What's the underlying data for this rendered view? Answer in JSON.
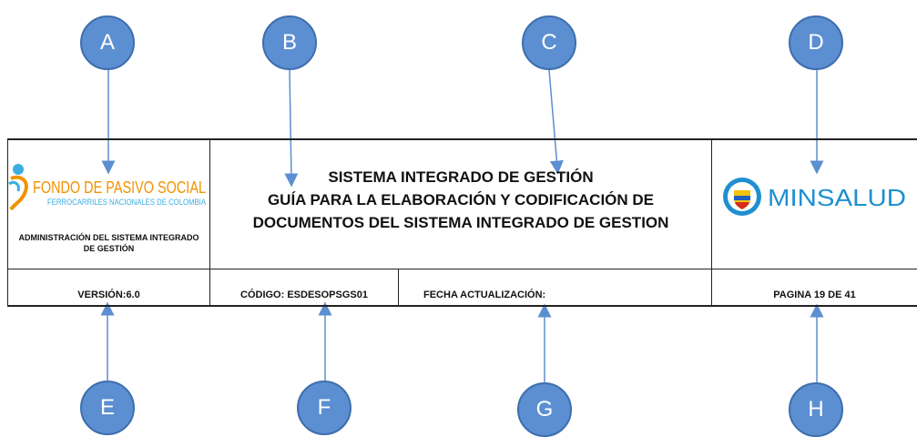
{
  "callouts": {
    "a": "A",
    "b": "B",
    "c": "C",
    "d": "D",
    "e": "E",
    "f": "F",
    "g": "G",
    "h": "H"
  },
  "header": {
    "logo_left": {
      "title": "FONDO DE PASIVO SOCIAL",
      "subtitle": "FERROCARRILES NACIONALES DE COLOMBIA"
    },
    "admin_line1": "ADMINISTRACIÓN DEL SISTEMA INTEGRADO",
    "admin_line2": "DE GESTIÓN",
    "title_line1": "SISTEMA INTEGRADO DE GESTIÓN",
    "title_line2": "GUÍA PARA LA ELABORACIÓN Y CODIFICACIÓN DE",
    "title_line3": "DOCUMENTOS DEL SISTEMA INTEGRADO DE GESTION",
    "logo_right": "MINSALUD"
  },
  "footer": {
    "version": "VERSIÓN:6.0",
    "codigo": "CÓDIGO: ESDESOPSGS01",
    "fecha": "FECHA ACTUALIZACIÓN:",
    "pagina": "PAGINA 19 DE 41"
  },
  "colors": {
    "callout_fill": "#5b8fd1",
    "arrow": "#5b8fd1",
    "fondo_orange": "#f29200",
    "fondo_blue": "#3aaee0",
    "minsalud_blue": "#1f8fd0"
  }
}
